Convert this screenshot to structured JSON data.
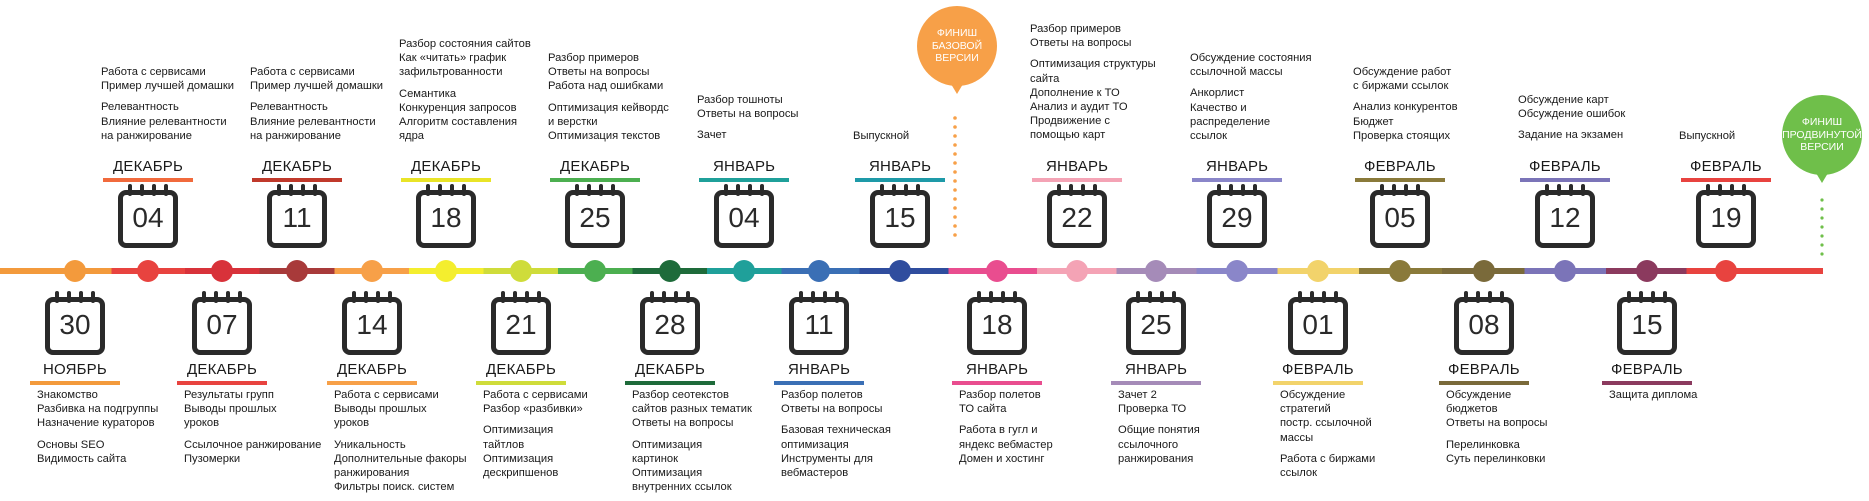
{
  "line_color": "#f05a4a",
  "finish_base": {
    "text": "ФИНИШ\nБАЗОВОЙ\nВЕРСИИ",
    "color": "#f7a048"
  },
  "finish_advanced": {
    "text": "ФИНИШ\nПРОДВИНУТОЙ\nВЕРСИИ",
    "color": "#6fbf4a"
  },
  "top_events": [
    {
      "day": "04",
      "month": "ДЕКАБРЬ",
      "color": "#f16a3c",
      "notes": [
        "Работа с сервисами\nПример лучшей домашки",
        "Релевантность\nВлияние релевантности\nна ранжирование"
      ]
    },
    {
      "day": "11",
      "month": "ДЕКАБРЬ",
      "color": "#c0392b",
      "notes": [
        "Работа с сервисами\nПример лучшей домашки",
        "Релевантность\nВлияние релевантности\nна ранжирование"
      ]
    },
    {
      "day": "18",
      "month": "ДЕКАБРЬ",
      "color": "#e9e427",
      "notes": [
        "Разбор состояния сайтов\nКак «читать» график\nзафильтрованности",
        "Семантика\nКонкуренция запросов\nАлгоритм составления\nядра"
      ]
    },
    {
      "day": "25",
      "month": "ДЕКАБРЬ",
      "color": "#4caf50",
      "notes": [
        "Разбор примеров\nОтветы на вопросы\nРабота над ошибками",
        "Оптимизация кейвордс\nи верстки\nОптимизация текстов"
      ]
    },
    {
      "day": "04",
      "month": "ЯНВАРЬ",
      "color": "#1fa09a",
      "notes": [
        "Разбор тошноты\nОтветы на вопросы",
        "Зачет"
      ]
    },
    {
      "day": "15",
      "month": "ЯНВАРЬ",
      "color": "#1e9aa8",
      "notes": [
        "Выпускной"
      ]
    },
    {
      "day": "22",
      "month": "ЯНВАРЬ",
      "color": "#f4a3b5",
      "notes": [
        "Разбор примеров\nОтветы на вопросы",
        "Оптимизация структуры\nсайта\nДополнение к ТО\nАнализ и аудит ТО\nПродвижение с\nпомощью карт"
      ]
    },
    {
      "day": "29",
      "month": "ЯНВАРЬ",
      "color": "#8a86c9",
      "notes": [
        "Обсуждение состояния\nссылочной массы",
        "Анкорлист\nКачество и\nраспределение\nссылок"
      ]
    },
    {
      "day": "05",
      "month": "ФЕВРАЛЬ",
      "color": "#8a7a3a",
      "notes": [
        "Обсуждение работ\nс биржами ссылок",
        "Анализ конкурентов\nБюджет\nПроверка стоящих"
      ]
    },
    {
      "day": "12",
      "month": "ФЕВРАЛЬ",
      "color": "#7b74b8",
      "notes": [
        "Обсуждение карт\nОбсуждение ошибок",
        "Задание на экзамен"
      ]
    },
    {
      "day": "19",
      "month": "ФЕВРАЛЬ",
      "color": "#e8433f",
      "notes": [
        "Выпускной"
      ]
    }
  ],
  "bottom_events": [
    {
      "day": "30",
      "month": "НОЯБРЬ",
      "color": "#f39a3c",
      "notes": [
        "Знакомство\nРазбивка на подгруппы\nНазначение кураторов",
        "Основы SEO\nВидимость сайта"
      ]
    },
    {
      "day": "07",
      "month": "ДЕКАБРЬ",
      "color": "#e8433f",
      "notes": [
        "Результаты групп\nВыводы прошлых\nуроков",
        "Ссылочное ранжирование\nПузомерки"
      ]
    },
    {
      "day": "14",
      "month": "ДЕКАБРЬ",
      "color": "#f7a048",
      "notes": [
        "Работа с сервисами\nВыводы прошлых\nуроков",
        "Уникальность\nДополнительные факоры\nранжирования\nФильтры поиск. систем"
      ]
    },
    {
      "day": "21",
      "month": "ДЕКАБРЬ",
      "color": "#cfdc3a",
      "notes": [
        "Работа с сервисами\nРазбор «разбивки»",
        "Оптимизация\nтайтлов\nОптимизация\nдескрипшенов"
      ]
    },
    {
      "day": "28",
      "month": "ДЕКАБРЬ",
      "color": "#1e6b3a",
      "notes": [
        "Разбор сеотекстов\nсайтов разных тематик\nОтветы на вопросы",
        "Оптимизация\nкартинок\nОптимизация\nвнутренних ссылок"
      ]
    },
    {
      "day": "11",
      "month": "ЯНВАРЬ",
      "color": "#3a6fb5",
      "notes": [
        "Разбор полетов\nОтветы на вопросы",
        "Базовая техническая\nоптимизация\nИнструменты для\nвебмастеров"
      ]
    },
    {
      "day": "18",
      "month": "ЯНВАРЬ",
      "color": "#e94d8f",
      "notes": [
        "Разбор полетов\nТО сайта",
        "Работа в гугл и\nяндекс вебмастер\nДомен и хостинг"
      ]
    },
    {
      "day": "25",
      "month": "ЯНВАРЬ",
      "color": "#a58bb8",
      "notes": [
        "Зачет 2\nПроверка ТО",
        "Общие понятия\nссылочного\nранжирования"
      ]
    },
    {
      "day": "01",
      "month": "ФЕВРАЛЬ",
      "color": "#f2d36b",
      "notes": [
        "Обсуждение\nстратегий\nпостр. ссылочной\nмассы",
        "Работа с биржами\nссылок"
      ]
    },
    {
      "day": "08",
      "month": "ФЕВРАЛЬ",
      "color": "#7a6a3a",
      "notes": [
        "Обсуждение\nбюджетов\nОтветы на вопросы",
        "Перелинковка\nСуть перелинковки"
      ]
    },
    {
      "day": "15",
      "month": "ФЕВРАЛЬ",
      "color": "#8b3a5e",
      "notes": [
        "Защита диплома"
      ]
    }
  ],
  "dots": [
    "#f39a3c",
    "#e8433f",
    "#d8323a",
    "#a83a3a",
    "#f7a048",
    "#f4ee2e",
    "#cfdc3a",
    "#4caf50",
    "#1e6b3a",
    "#1fa09a",
    "#3a6fb5",
    "#2f4d9e",
    "#e94d8f",
    "#f4a3b5",
    "#a58bb8",
    "#8a86c9",
    "#f2d36b",
    "#8a7a3a",
    "#7a6a3a",
    "#7b74b8",
    "#8b3a5e",
    "#e8433f"
  ]
}
